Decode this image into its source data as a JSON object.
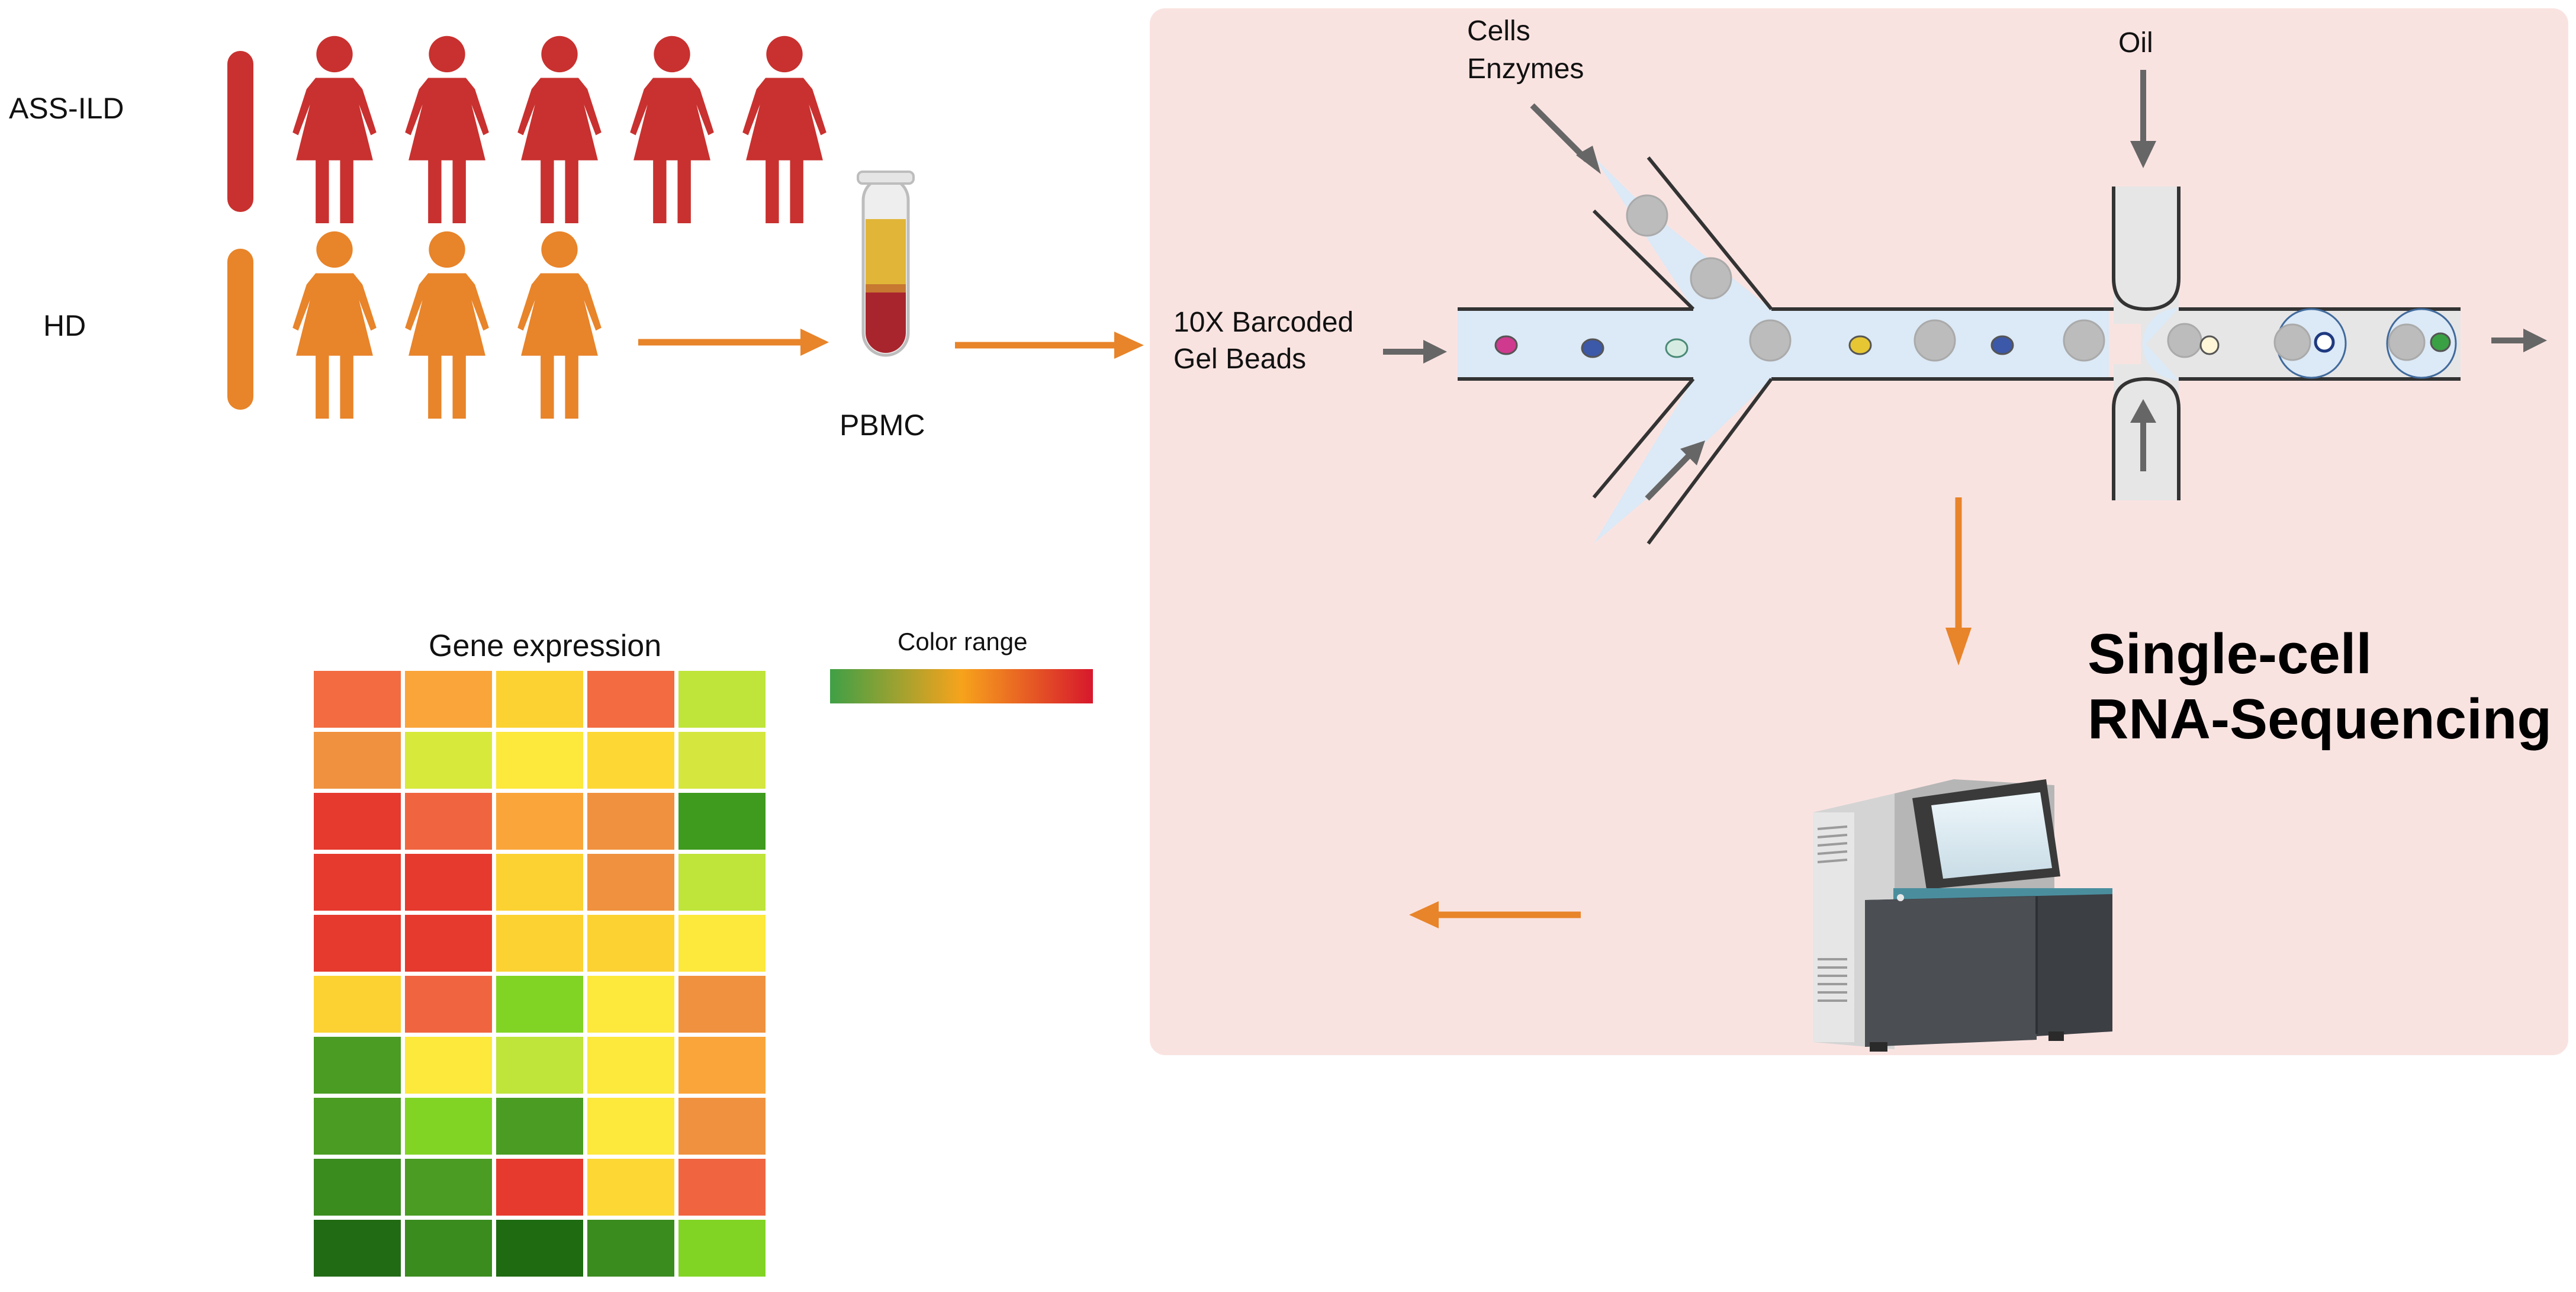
{
  "groups": {
    "patients_label": "ASS-ILD",
    "controls_label": "HD",
    "patients_count": 5,
    "controls_count": 3,
    "patients_color": "#c8312f",
    "controls_color": "#e8842a"
  },
  "sample": {
    "label": "PBMC"
  },
  "microfluidics": {
    "cells_label_1": "Cells",
    "cells_label_2": "Enzymes",
    "oil_label": "Oil",
    "beads_label_1": "10X Barcoded",
    "beads_label_2": "Gel Beads",
    "panel_color": "#f9e3e1",
    "channel_color": "#dce9f6"
  },
  "sequencing": {
    "title_line1": "Single-cell",
    "title_line2": "RNA-Sequencing"
  },
  "heatmap": {
    "title": "Gene expression",
    "legend_label": "Color range",
    "rows": [
      [
        "#f26b41",
        "#faa53a",
        "#fcd232",
        "#f26b41",
        "#bfe43a"
      ],
      [
        "#f0913f",
        "#d7e93b",
        "#fde83c",
        "#fdd835",
        "#d5e73e"
      ],
      [
        "#e63a2e",
        "#f06540",
        "#faa53a",
        "#f0913f",
        "#3f9b1d"
      ],
      [
        "#e63a2e",
        "#e63a2e",
        "#fcd232",
        "#f0913f",
        "#bfe43a"
      ],
      [
        "#e63a2e",
        "#e63a2e",
        "#fcd232",
        "#fcd232",
        "#fde83c"
      ],
      [
        "#fcd232",
        "#f06540",
        "#82d424",
        "#fde83c",
        "#f0913f"
      ],
      [
        "#4a9c22",
        "#fde83c",
        "#bfe43a",
        "#fde83c",
        "#faa53a"
      ],
      [
        "#4a9c22",
        "#82d424",
        "#4a9c22",
        "#fde83c",
        "#f0913f"
      ],
      [
        "#3b8c1f",
        "#4a9c22",
        "#e63a2e",
        "#fdd835",
        "#f06540"
      ],
      [
        "#226b15",
        "#3b8c1f",
        "#1f6b12",
        "#3b8c1f",
        "#82d424"
      ]
    ]
  },
  "arrow_color": "#e8842a",
  "gray_arrow_color": "#666666"
}
